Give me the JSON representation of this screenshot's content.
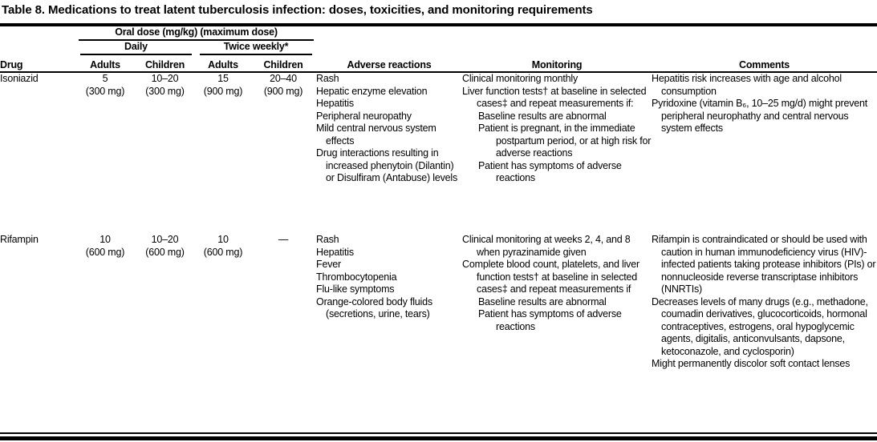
{
  "title": "Table 8. Medications to treat latent tuberculosis infection: doses, toxicities, and monitoring requirements",
  "header": {
    "dose_group_label": "Oral dose (mg/kg) (maximum dose)",
    "daily_label": "Daily",
    "twice_weekly_label": "Twice weekly*",
    "drug_label": "Drug",
    "daily_adults_label": "Adults",
    "daily_children_label": "Children",
    "tw_adults_label": "Adults",
    "tw_children_label": "Children",
    "adverse_label": "Adverse reactions",
    "monitoring_label": "Monitoring",
    "comments_label": "Comments"
  },
  "drugs": [
    {
      "name": "Isoniazid",
      "daily_adults": "5\n(300 mg)",
      "daily_children": "10–20\n(300 mg)",
      "tw_adults": "15\n(900 mg)",
      "tw_children": "20–40\n(900 mg)",
      "adverse_reactions": [
        "Rash",
        "Hepatic enzyme elevation",
        "Hepatitis",
        "Peripheral neuropathy",
        "Mild central nervous system effects",
        "Drug interactions resulting in increased phenytoin (Dilantin) or Disulfiram (Antabuse) levels"
      ],
      "monitoring": [
        {
          "level": 0,
          "text": "Clinical monitoring monthly"
        },
        {
          "level": 0,
          "text": "Liver function tests† at baseline in selected cases‡ and repeat measurements if:"
        },
        {
          "level": 1,
          "text": "Baseline results are abnormal"
        },
        {
          "level": 1,
          "text": "Patient is pregnant, in the immediate postpartum period, or at high risk for adverse reactions"
        },
        {
          "level": 1,
          "text": "Patient has symptoms of adverse reactions"
        }
      ],
      "comments": [
        "Hepatitis risk increases with age and alcohol consumption",
        "Pyridoxine (vitamin B₆, 10–25 mg/d) might prevent peripheral neurophathy and central nervous system effects"
      ]
    },
    {
      "name": "Rifampin",
      "daily_adults": "10\n(600 mg)",
      "daily_children": "10–20\n(600 mg)",
      "tw_adults": "10\n(600 mg)",
      "tw_children": "—",
      "adverse_reactions": [
        "Rash",
        "Hepatitis",
        "Fever",
        "Thrombocytopenia",
        "Flu-like symptoms",
        "Orange-colored body fluids (secretions, urine, tears)"
      ],
      "monitoring": [
        {
          "level": 0,
          "text": "Clinical monitoring at weeks 2, 4, and 8 when pyrazinamide given"
        },
        {
          "level": 0,
          "text": "Complete blood count, platelets, and liver function tests† at baseline in selected cases‡ and repeat measurements if"
        },
        {
          "level": 1,
          "text": "Baseline results are abnormal"
        },
        {
          "level": 1,
          "text": "Patient has symptoms of adverse reactions"
        }
      ],
      "comments": [
        "Rifampin is contraindicated or should be used with caution in human immunodeficiency virus (HIV)-infected patients taking protease inhibitors (PIs) or nonnucleoside reverse transcriptase inhibitors (NNRTIs)",
        "Decreases levels of many drugs (e.g., methadone, coumadin derivatives, glucocorticoids, hormonal contraceptives, estrogens, oral hypoglycemic agents, digitalis, anticonvulsants, dapsone, ketoconazole, and cyclosporin)",
        "Might permanently discolor soft contact lenses"
      ]
    }
  ]
}
